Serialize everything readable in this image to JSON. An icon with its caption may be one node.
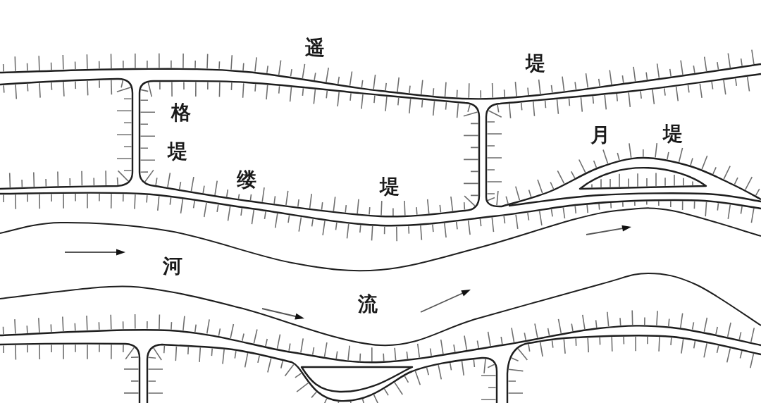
{
  "diagram": {
    "labels": [
      "遥",
      "堤",
      "格",
      "堤",
      "缕",
      "堤",
      "月",
      "堤",
      "河",
      "流"
    ]
  }
}
